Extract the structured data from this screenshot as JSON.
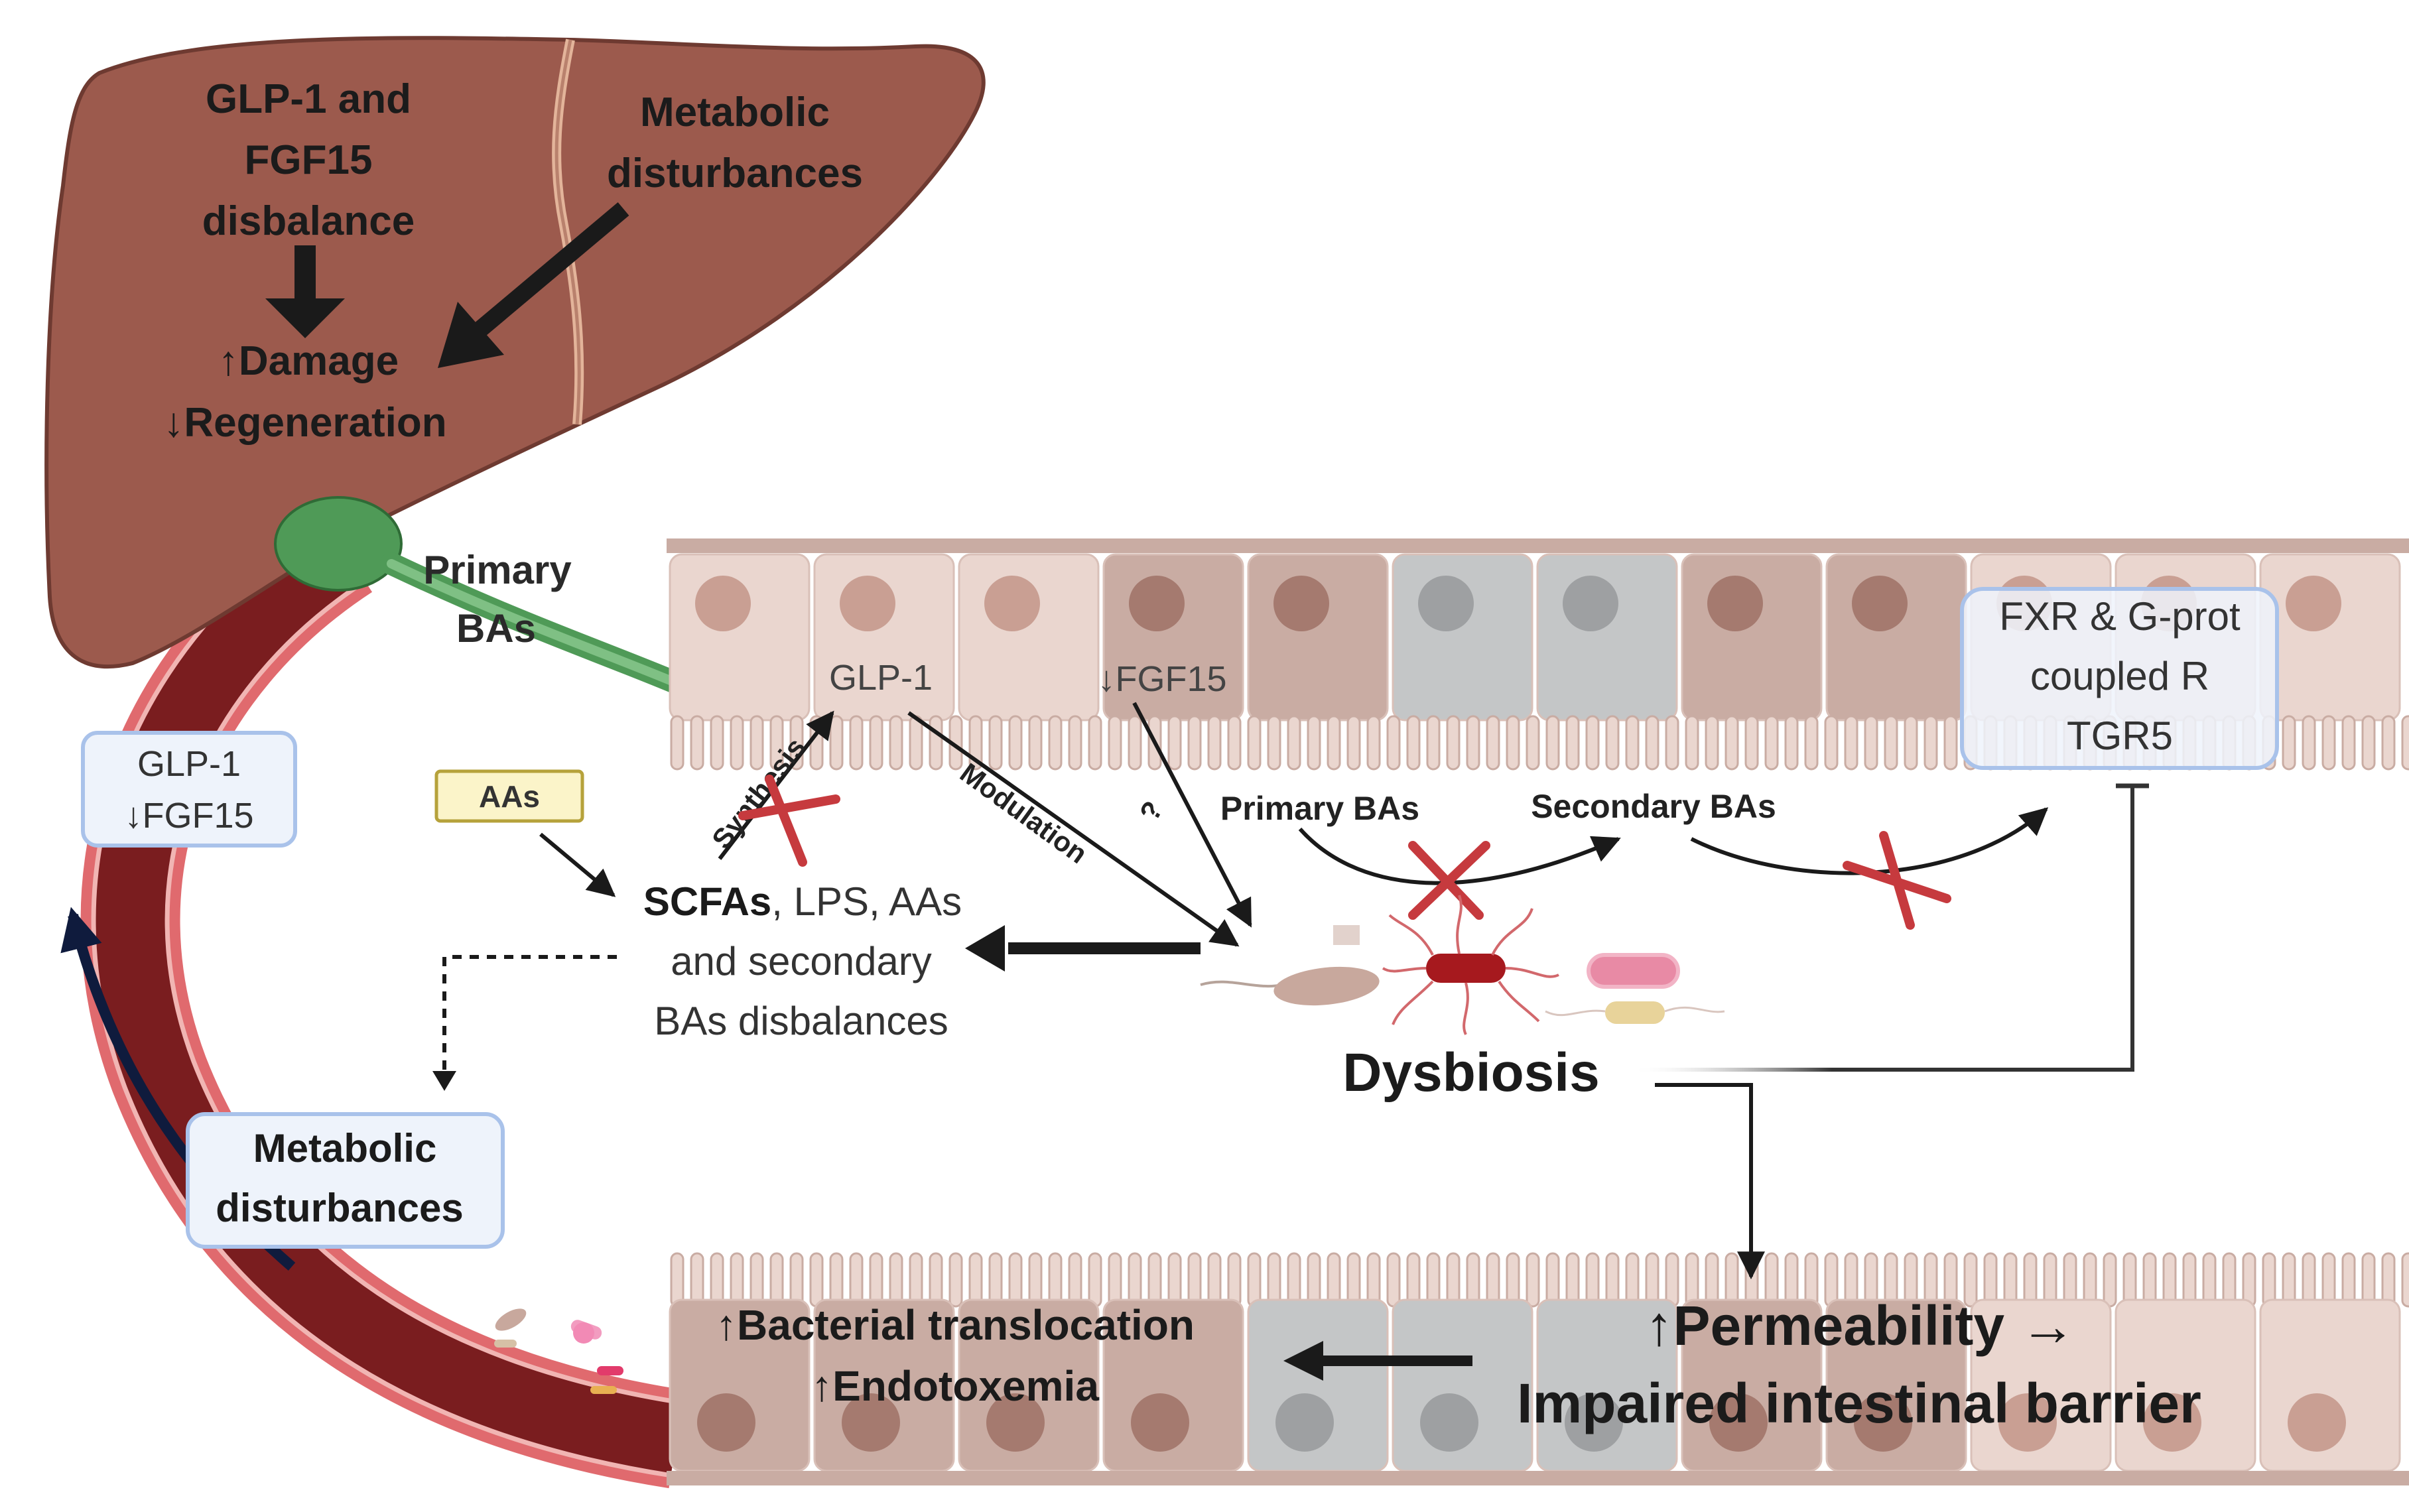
{
  "liver": {
    "glp1_line1": "GLP-1 and",
    "glp1_line2": "FGF15",
    "glp1_line3": "disbalance",
    "metabolic_line1": "Metabolic",
    "metabolic_line2": "disturbances",
    "damage": "↑Damage",
    "regeneration": "↓Regeneration"
  },
  "bile_duct": {
    "primary_line1": "Primary",
    "primary_line2": "BAs"
  },
  "blood_box": {
    "line1": "GLP-1",
    "line2": "↓FGF15"
  },
  "aas_box": "AAs",
  "intestine_top": {
    "glp1": "GLP-1",
    "fgf15": "↓FGF15",
    "synthesis": "Synthesis",
    "modulation": "Modulation",
    "question": "?",
    "primary_bas": "Primary BAs",
    "secondary_bas": "Secondary BAs",
    "receptor_line1": "FXR & G-prot",
    "receptor_line2": "coupled R",
    "receptor_line3": "TGR5"
  },
  "metabolites": {
    "scfas": "SCFAs",
    "line1_rest": ", LPS, AAs",
    "line2": "and secondary",
    "line3": "BAs disbalances"
  },
  "dysbiosis": "Dysbiosis",
  "metabolic_box": {
    "line1": "Metabolic",
    "line2": "disturbances"
  },
  "intestine_bottom": {
    "translocation": "↑Bacterial translocation",
    "endotoxemia": "↑Endotoxemia",
    "permeability": "↑Permeability →",
    "barrier": "Impaired intestinal barrier"
  },
  "colors": {
    "liver": "#9c5a4d",
    "liver_dark": "#6e3a31",
    "gallbladder": "#4f9a57",
    "vessel_dark": "#7a1d1f",
    "vessel_light": "#e06a6e",
    "cell_light": "#ead6cf",
    "cell_mid": "#c9aca3",
    "cell_grey": "#c4c6c7",
    "box_blue": "#a9c2ea",
    "box_fill": "#eef3fb",
    "aas_fill": "#fbf4c9",
    "aas_border": "#b6a23b",
    "cross": "#c63a3e",
    "navy": "#0f1b3d"
  }
}
